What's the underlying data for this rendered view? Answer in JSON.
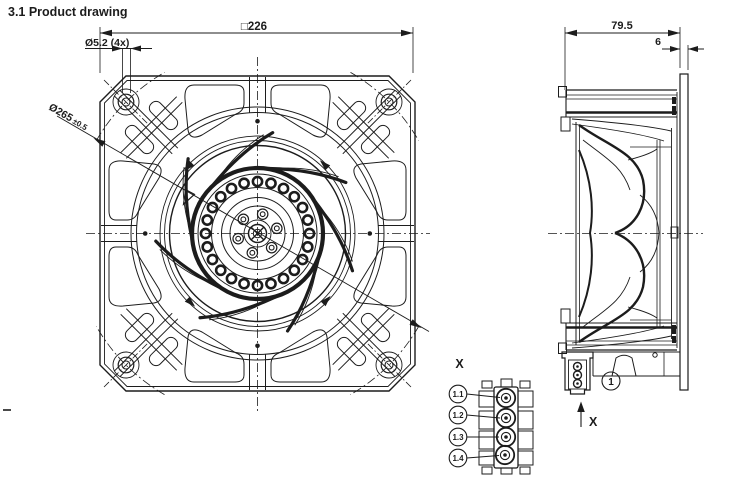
{
  "page": {
    "title": "3.1 Product drawing"
  },
  "colors": {
    "ink": "#1c1c1c",
    "background": "#ffffff"
  },
  "front_view": {
    "dimensions": {
      "frame_square": "□226",
      "mounting_hole": "Ø5.2 (4x)",
      "hole_circle_diameter": "Ø265",
      "hole_circle_tolerance": "±0.5"
    },
    "rotor": {
      "rivet_hole_count": 24,
      "hub_screw_count": 6,
      "blade_count": 7,
      "blade_tip_marker_count": 4,
      "grille_rivet_count": 4
    }
  },
  "side_view": {
    "dimensions": {
      "depth": "79.5",
      "plate_thickness": "6"
    },
    "connector_callout": "1",
    "view_direction_label": "X"
  },
  "connector_detail": {
    "view_label": "X",
    "pins": [
      {
        "label": "1.1"
      },
      {
        "label": "1.2"
      },
      {
        "label": "1.3"
      },
      {
        "label": "1.4"
      }
    ]
  }
}
